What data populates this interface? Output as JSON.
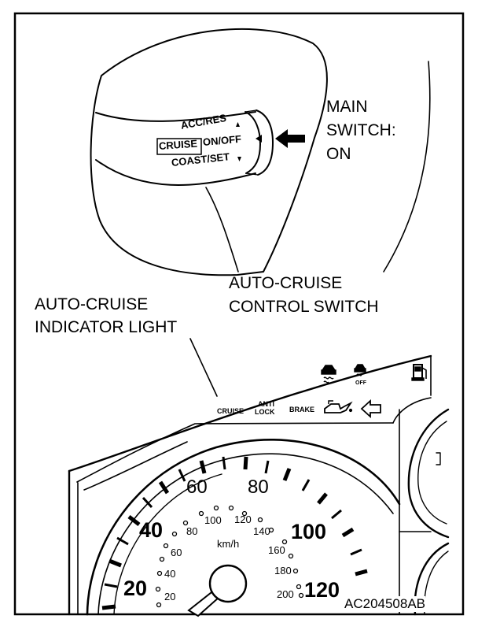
{
  "labels": {
    "main_switch": [
      "MAIN",
      "SWITCH:",
      "ON"
    ],
    "control_switch": [
      "AUTO-CRUISE",
      "CONTROL SWITCH"
    ],
    "indicator_light": [
      "AUTO-CRUISE",
      "INDICATOR LIGHT"
    ],
    "figure_code": "AC204508AB"
  },
  "lever": {
    "acc_res": "ACC/RES",
    "cruise": "CRUISE",
    "on_off": "ON/OFF",
    "coast_set": "COAST/SET"
  },
  "warning_lights": {
    "cruise": "CRUISE",
    "anti": "ANTI",
    "lock": "LOCK",
    "brake": "BRAKE",
    "off": "OFF"
  },
  "speedometer": {
    "unit": "km/h",
    "kph_ticks": [
      "20",
      "40",
      "60",
      "80",
      "100",
      "120"
    ],
    "mph_ticks": [
      "20",
      "40",
      "60",
      "80",
      "100",
      "120",
      "140",
      "160",
      "180",
      "200"
    ]
  },
  "colors": {
    "ink": "#000000",
    "paper": "#ffffff"
  },
  "icons": [
    "up-triangle-icon",
    "left-triangle-icon",
    "down-triangle-icon",
    "press-arrow-icon",
    "traction-icon",
    "traction-off-icon",
    "fuel-icon",
    "oil-can-icon",
    "turn-signal-arrow-icon"
  ]
}
